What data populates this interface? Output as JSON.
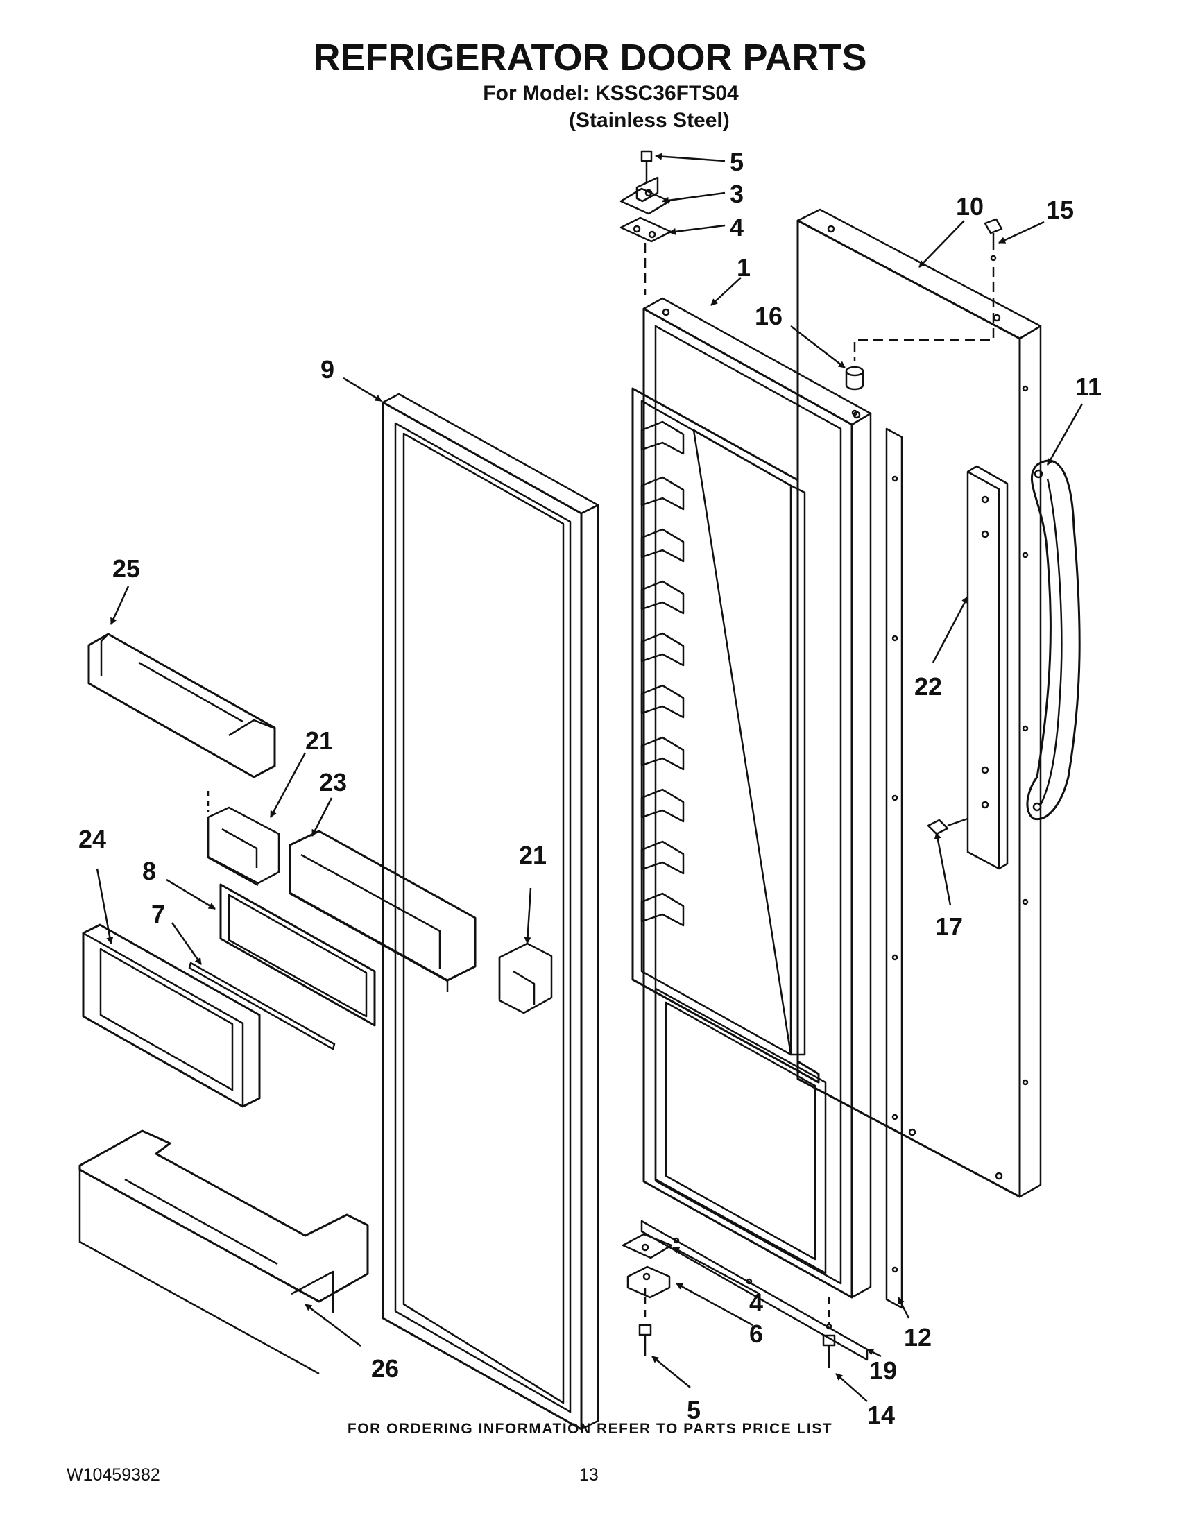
{
  "header": {
    "title": "REFRIGERATOR DOOR PARTS",
    "model_line": "For Model: KSSC36FTS04",
    "variant": "(Stainless Steel)"
  },
  "footer": {
    "ordering_note": "FOR ORDERING INFORMATION REFER TO PARTS PRICE LIST",
    "document_id": "W10459382",
    "page_number": "13"
  },
  "callouts": [
    "5",
    "3",
    "4",
    "10",
    "15",
    "1",
    "16",
    "9",
    "11",
    "25",
    "21",
    "23",
    "22",
    "24",
    "8",
    "21",
    "7",
    "17",
    "4",
    "6",
    "12",
    "19",
    "26",
    "5",
    "14"
  ],
  "colors": {
    "ink": "#111111",
    "background": "#ffffff"
  }
}
